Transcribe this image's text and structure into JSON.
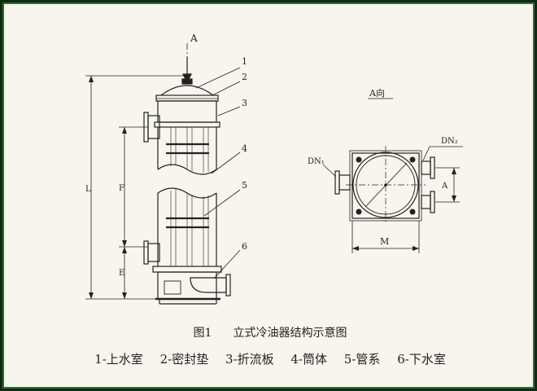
{
  "side_view": {
    "arrow_label": "A",
    "part_numbers": [
      "1",
      "2",
      "3",
      "4",
      "5",
      "6"
    ],
    "dims": {
      "L": "L",
      "F": "F",
      "E": "E"
    }
  },
  "plan_view": {
    "title": "A向",
    "dn1": "DN₁",
    "dn2": "DN₂",
    "dim_a": "A",
    "dim_m": "M"
  },
  "caption": {
    "figure_no": "图1",
    "figure_title": "立式冷油器结构示意图",
    "legend": [
      "1-上水室",
      "2-密封垫",
      "3-折流板",
      "4-筒体",
      "5-管系",
      "6-下水室"
    ]
  },
  "colors": {
    "background": "#f7f5ee",
    "frame": "#2d6b2f",
    "ink": "#222222"
  }
}
